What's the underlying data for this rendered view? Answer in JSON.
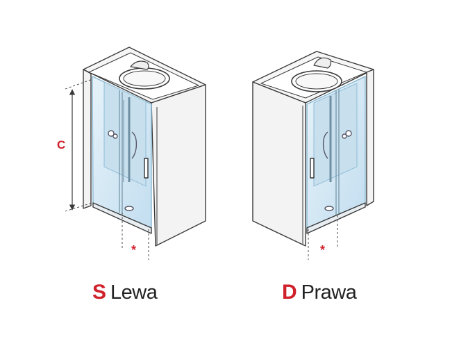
{
  "colors": {
    "outline": "#3a3a3a",
    "wall_fill": "#f6f6f6",
    "glass": "#d4e8f3",
    "glass_edge": "#9cc6de",
    "accent": "#d0202a"
  },
  "icons": {
    "dimension": "dimension-arrow-icon",
    "cabin": "shower-cabin-icon"
  },
  "left": {
    "dimension_label": "C",
    "note_marker": "*",
    "caption": {
      "code": "S",
      "name": "Lewa"
    }
  },
  "right": {
    "note_marker": "*",
    "caption": {
      "code": "D",
      "name": "Prawa"
    }
  }
}
